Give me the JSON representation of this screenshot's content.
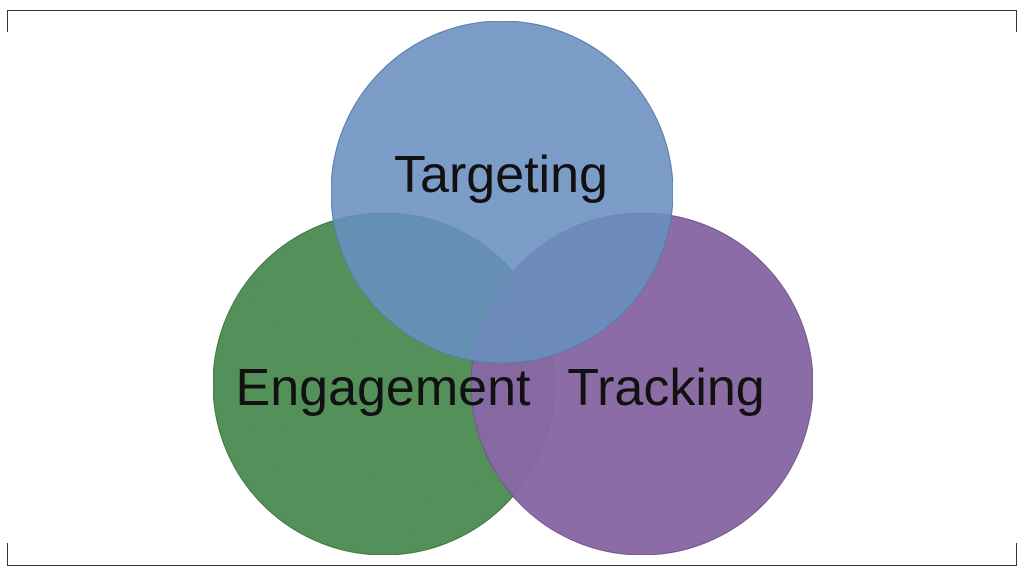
{
  "diagram": {
    "type": "venn",
    "sets": [
      {
        "key": "targeting",
        "label": "Targeting",
        "color": "#6b93c3"
      },
      {
        "key": "engagement",
        "label": "Engagement",
        "color": "#4f8f57"
      },
      {
        "key": "tracking",
        "label": "Tracking",
        "color": "#8a6aa6"
      }
    ]
  }
}
